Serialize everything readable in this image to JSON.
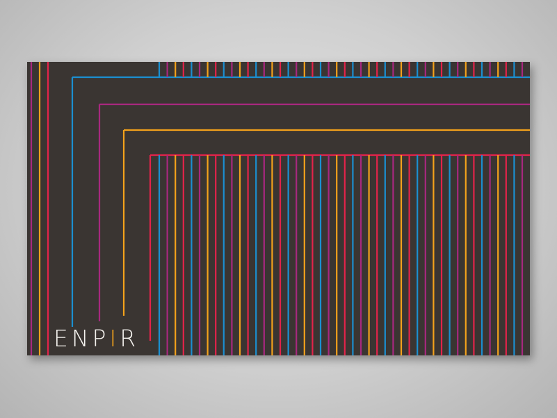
{
  "card": {
    "logo_text": "ENPIR",
    "accent_letter_index": 3,
    "colors": {
      "background": "#3a3532",
      "blue": "#1b8fd0",
      "purple": "#a8287f",
      "orange": "#f3a21b",
      "red": "#e3234a",
      "logo": "#f4f2ee"
    },
    "stripe_color_sequence": [
      "blue",
      "purple",
      "orange",
      "red"
    ]
  }
}
